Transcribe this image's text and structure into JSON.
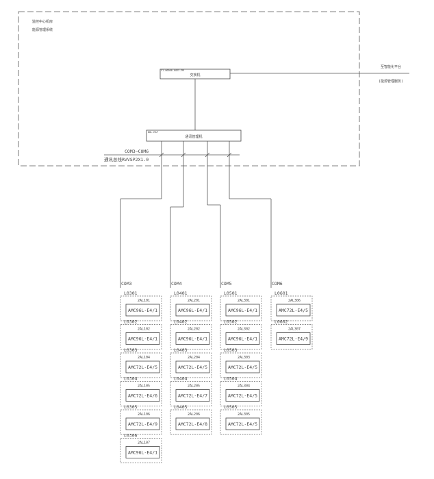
{
  "header": {
    "room_line1": "监控中心机房",
    "room_line2": "能源管理系统"
  },
  "nodes": {
    "switch_model": "S1-00000-0025-PM",
    "switch_label": "交换机",
    "gateway_model": "NBL-RAP",
    "gateway_label": "通讯管理机"
  },
  "right_link": {
    "line1": "至智能化平台",
    "line2": "(能源管理服务)"
  },
  "bus": {
    "label1": "COM3~COM6",
    "label2": "通讯总线RVVSP2X1.0"
  },
  "columns": [
    {
      "com": "COM3",
      "meters": [
        {
          "loop": "L0301",
          "tag": "2AL101",
          "model": "AMC96L-E4/1"
        },
        {
          "loop": "L0302",
          "tag": "2AL102",
          "model": "AMC96L-E4/1"
        },
        {
          "loop": "L0303",
          "tag": "2AL104",
          "model": "AMC72L-E4/5"
        },
        {
          "loop": "L0304",
          "tag": "2AL105",
          "model": "AMC72L-E4/6"
        },
        {
          "loop": "L0305",
          "tag": "2AL106",
          "model": "AMC72L-E4/9"
        },
        {
          "loop": "L0306",
          "tag": "2AL107",
          "model": "AMC96L-E4/1"
        }
      ]
    },
    {
      "com": "COM4",
      "meters": [
        {
          "loop": "L0401",
          "tag": "2AL201",
          "model": "AMC96L-E4/1"
        },
        {
          "loop": "L0402",
          "tag": "2AL202",
          "model": "AMC96L-E4/1"
        },
        {
          "loop": "L0403",
          "tag": "2AL204",
          "model": "AMC72L-E4/5"
        },
        {
          "loop": "L0404",
          "tag": "2AL205",
          "model": "AMC72L-E4/7"
        },
        {
          "loop": "L0405",
          "tag": "2AL206",
          "model": "AMC72L-E4/8"
        }
      ]
    },
    {
      "com": "COM5",
      "meters": [
        {
          "loop": "L0501",
          "tag": "2AL301",
          "model": "AMC96L-E4/1"
        },
        {
          "loop": "L0502",
          "tag": "2AL302",
          "model": "AMC96L-E4/1"
        },
        {
          "loop": "L0503",
          "tag": "2AL303",
          "model": "AMC72L-E4/5"
        },
        {
          "loop": "L0504",
          "tag": "2AL304",
          "model": "AMC72L-E4/5"
        },
        {
          "loop": "L0505",
          "tag": "2AL305",
          "model": "AMC72L-E4/5"
        }
      ]
    },
    {
      "com": "COM6",
      "meters": [
        {
          "loop": "L0601",
          "tag": "2AL306",
          "model": "AMC72L-E4/5"
        },
        {
          "loop": "L0602",
          "tag": "2AL307",
          "model": "AMC72L-E4/9"
        }
      ]
    }
  ]
}
